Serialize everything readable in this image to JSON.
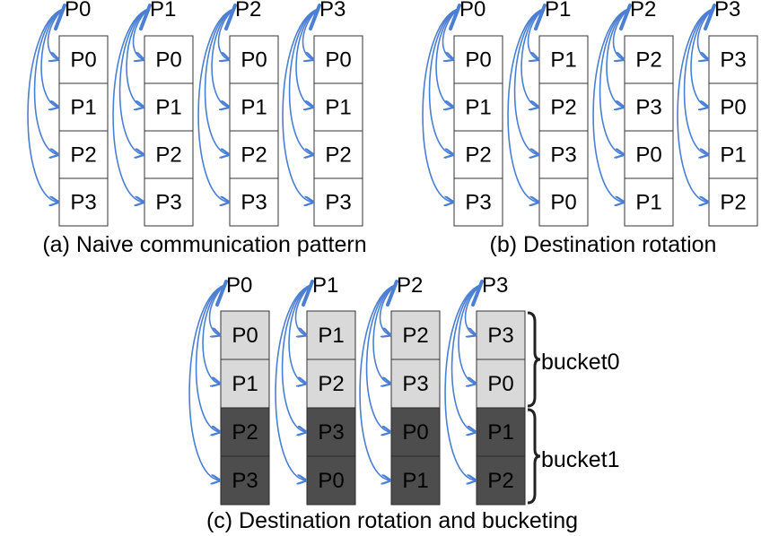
{
  "colors": {
    "arrow": "#4a7fd4",
    "cell_default": "#ffffff",
    "bucket0_fill": "#d9d9d9",
    "bucket1_fill": "#4d4d4d",
    "cell_border": "#333333",
    "bucket1_border": "#2a2a2a",
    "text_dark": "#000000"
  },
  "panels": [
    {
      "id": "a",
      "caption": "(a) Naive communication pattern",
      "columns": [
        {
          "sender": "P0",
          "cells": [
            "P0",
            "P1",
            "P2",
            "P3"
          ]
        },
        {
          "sender": "P1",
          "cells": [
            "P0",
            "P1",
            "P2",
            "P3"
          ]
        },
        {
          "sender": "P2",
          "cells": [
            "P0",
            "P1",
            "P2",
            "P3"
          ]
        },
        {
          "sender": "P3",
          "cells": [
            "P0",
            "P1",
            "P2",
            "P3"
          ]
        }
      ]
    },
    {
      "id": "b",
      "caption": "(b) Destination rotation",
      "columns": [
        {
          "sender": "P0",
          "cells": [
            "P0",
            "P1",
            "P2",
            "P3"
          ]
        },
        {
          "sender": "P1",
          "cells": [
            "P1",
            "P2",
            "P3",
            "P0"
          ]
        },
        {
          "sender": "P2",
          "cells": [
            "P2",
            "P3",
            "P0",
            "P1"
          ]
        },
        {
          "sender": "P3",
          "cells": [
            "P3",
            "P0",
            "P1",
            "P2"
          ]
        }
      ]
    },
    {
      "id": "c",
      "caption": "(c) Destination rotation and bucketing",
      "buckets": [
        {
          "label": "bucket0",
          "rows": [
            0,
            1
          ]
        },
        {
          "label": "bucket1",
          "rows": [
            2,
            3
          ]
        }
      ],
      "columns": [
        {
          "sender": "P0",
          "cells": [
            "P0",
            "P1",
            "P2",
            "P3"
          ]
        },
        {
          "sender": "P1",
          "cells": [
            "P1",
            "P2",
            "P3",
            "P0"
          ]
        },
        {
          "sender": "P2",
          "cells": [
            "P2",
            "P3",
            "P0",
            "P1"
          ]
        },
        {
          "sender": "P3",
          "cells": [
            "P3",
            "P0",
            "P1",
            "P2"
          ]
        }
      ]
    }
  ]
}
